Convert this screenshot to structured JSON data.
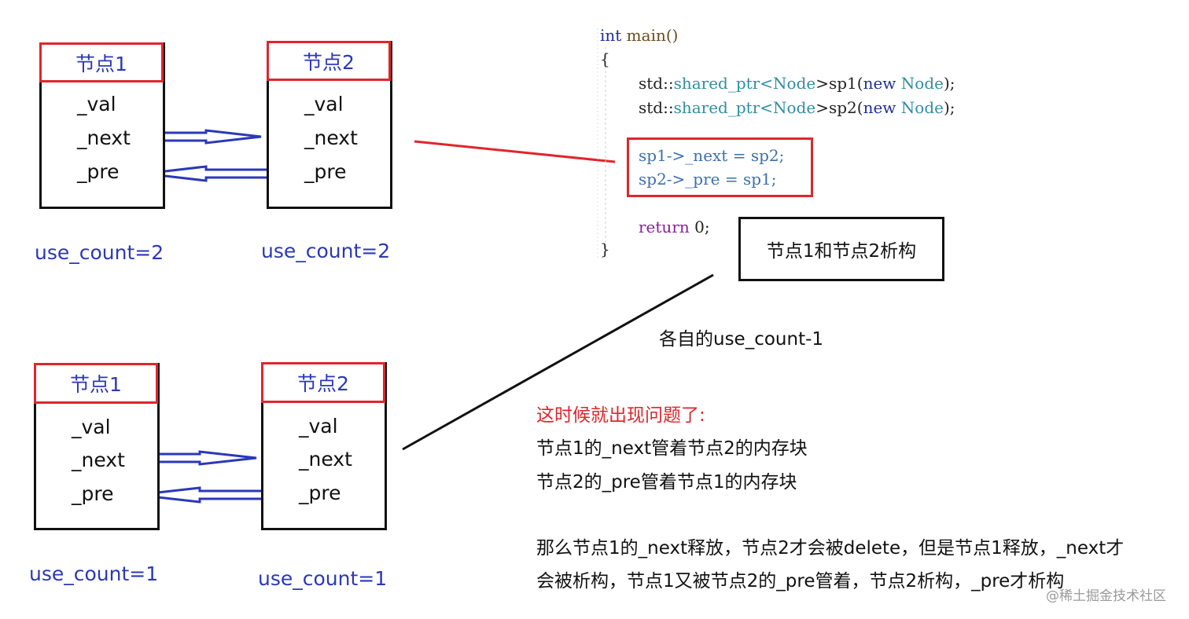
{
  "colors": {
    "header_border": "#e0252c",
    "header_text": "#2b38b8",
    "count_text": "#2b38b8",
    "arrow": "#2b38b8",
    "box_border": "#111111",
    "highlight": "#e0252c"
  },
  "top": {
    "node1": {
      "title": "节点1",
      "fields": [
        "_val",
        "_next",
        "_pre"
      ],
      "count": "use_count=2"
    },
    "node2": {
      "title": "节点2",
      "fields": [
        "_val",
        "_next",
        "_pre"
      ],
      "count": "use_count=2"
    }
  },
  "bottom": {
    "node1": {
      "title": "节点1",
      "fields": [
        "_val",
        "_next",
        "_pre"
      ],
      "count": "use_count=1"
    },
    "node2": {
      "title": "节点2",
      "fields": [
        "_val",
        "_next",
        "_pre"
      ],
      "count": "use_count=1"
    }
  },
  "code": {
    "l1_kw": "int",
    "l1_fn": " main()",
    "l2": "{",
    "l3_a": "std::",
    "l3_b": "shared_ptr",
    "l3_c": "<",
    "l3_d": "Node",
    "l3_e": ">sp1(",
    "l3_f": "new",
    "l3_g": " Node",
    "l3_h": ");",
    "l4_a": "std::",
    "l4_b": "shared_ptr",
    "l4_c": "<",
    "l4_d": "Node",
    "l4_e": ">sp2(",
    "l4_f": "new",
    "l4_g": " Node",
    "l4_h": ");",
    "l5": "sp1->_next = sp2;",
    "l6": "sp2->_pre = sp1;",
    "l7_kw": "return",
    "l7_rest": " 0;",
    "l8": "}"
  },
  "destruct_box": "节点1和节点2析构",
  "decrement_note": "各自的use_count-1",
  "problem": {
    "heading": "这时候就出现问题了:",
    "line1": " 节点1的_next管着节点2的内存块",
    "line2": "节点2的_pre管着节点1的内存块",
    "line3": "那么节点1的_next释放，节点2才会被delete，但是节点1释放，_next才",
    "line4": "会被析构，节点1又被节点2的_pre管着，节点2析构，_pre才析构"
  },
  "watermark": "@稀土掘金技术社区"
}
